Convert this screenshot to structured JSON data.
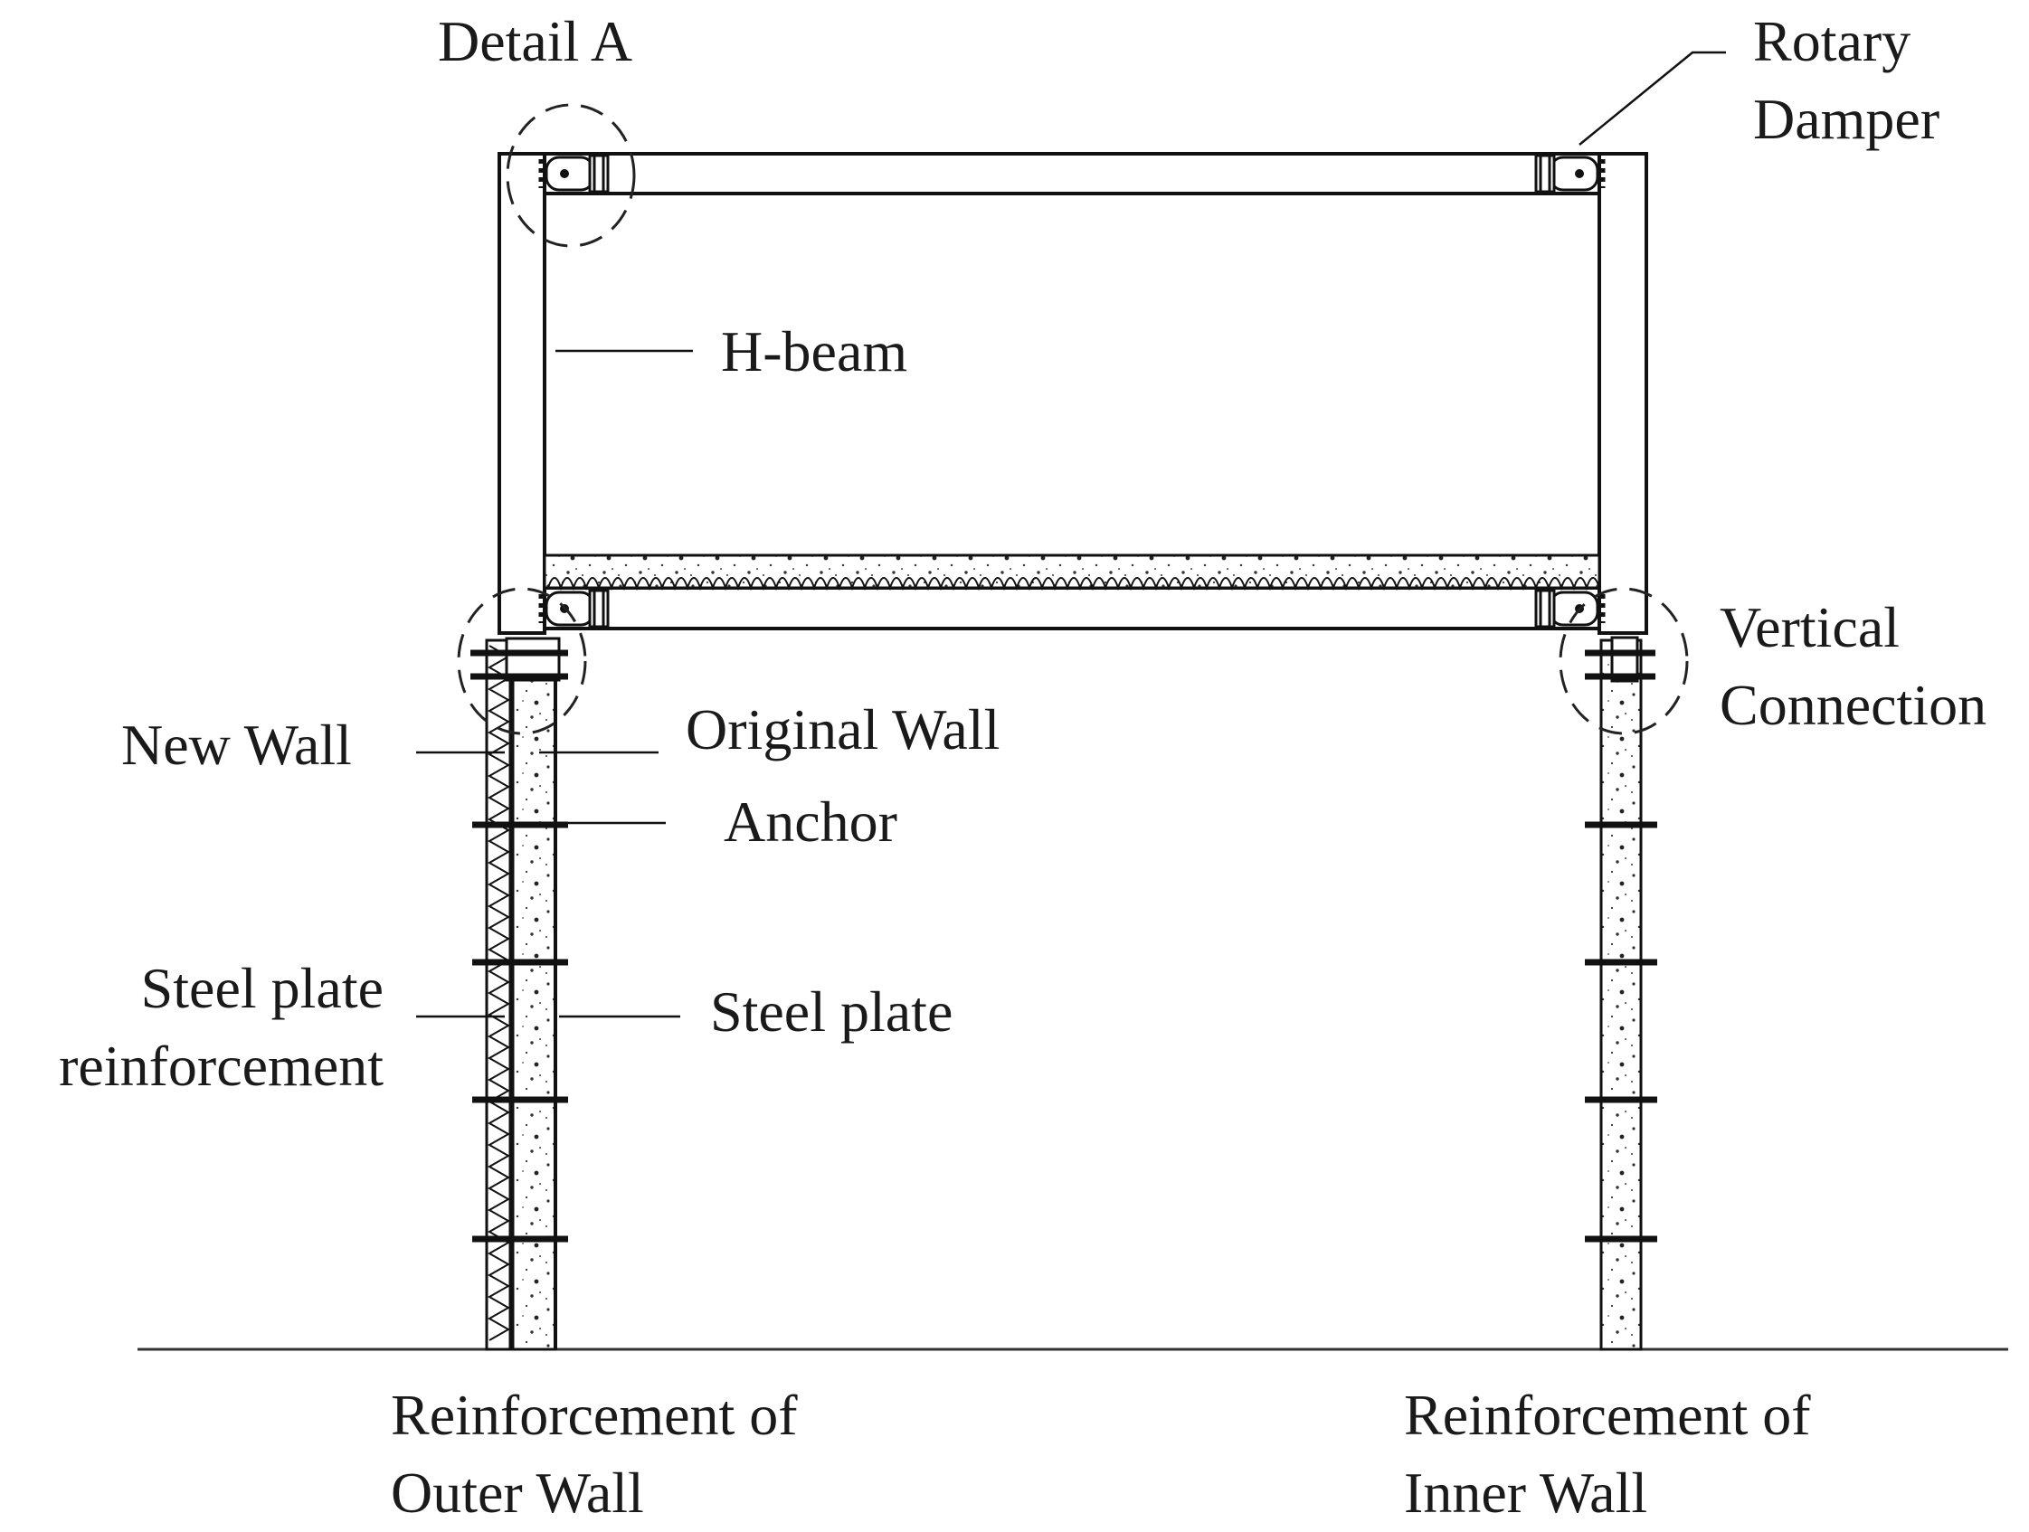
{
  "labels": {
    "detail_a": "Detail A",
    "rotary_damper": "Rotary\nDamper",
    "h_beam": "H-beam",
    "vertical_connection": "Vertical\nConnection",
    "new_wall": "New Wall",
    "original_wall": "Original Wall",
    "anchor": "Anchor",
    "steel_plate_reinforcement": "Steel plate\nreinforcement",
    "steel_plate": "Steel plate",
    "outer_wall_caption": "Reinforcement of\nOuter Wall",
    "inner_wall_caption": "Reinforcement of\nInner Wall"
  }
}
